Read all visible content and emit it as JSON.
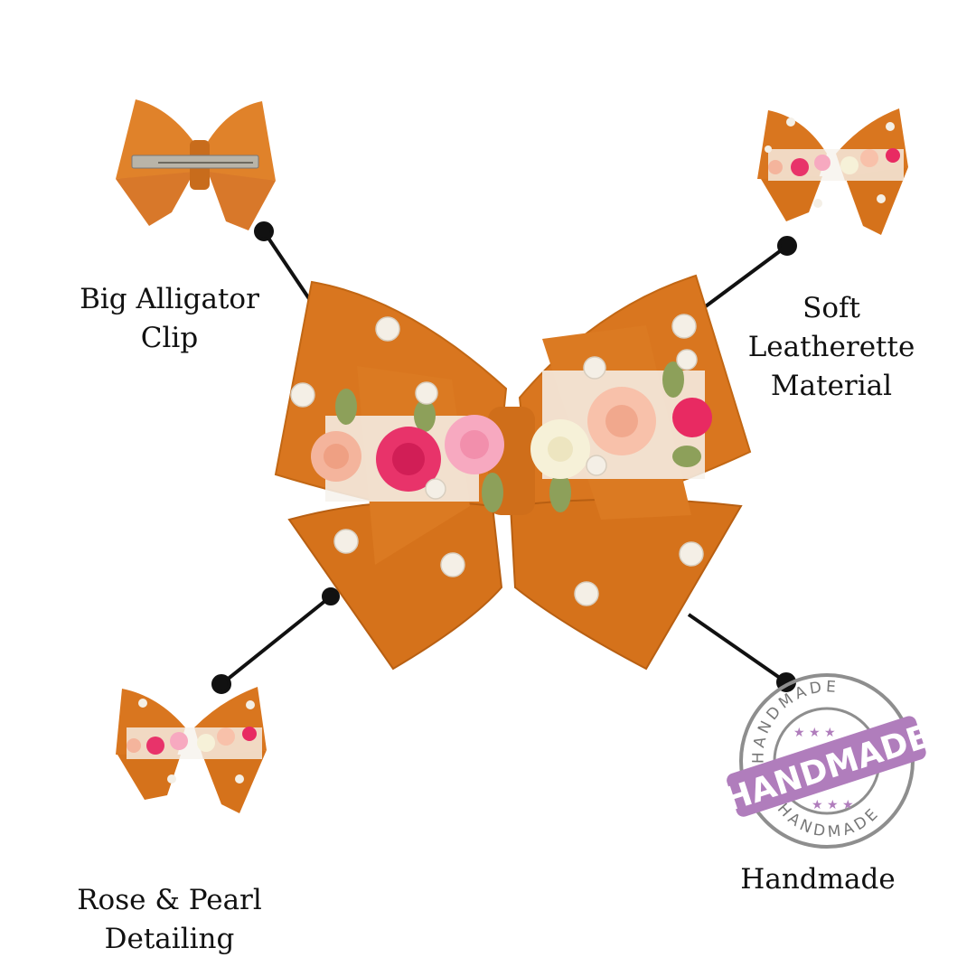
{
  "features": [
    {
      "id": "clip",
      "lines": [
        "Big Alligator",
        "Clip"
      ]
    },
    {
      "id": "material",
      "lines": [
        "Soft",
        "Leatherette",
        "Material"
      ]
    },
    {
      "id": "detailing",
      "lines": [
        "Rose & Pearl",
        "Detailing"
      ]
    },
    {
      "id": "handmade",
      "lines": [
        "Handmade"
      ]
    }
  ],
  "stamp": {
    "banner_text": "HANDMADE",
    "ring_text_top": "HANDMADE",
    "ring_text_bottom": "HANDMADE",
    "banner_color": "#B07DBC",
    "ring_color": "#8E8E8E"
  },
  "colors": {
    "bow": "#D9761F",
    "bow_dark": "#B85F12",
    "pearl": "#F4EFE6",
    "leader": "#111111"
  }
}
